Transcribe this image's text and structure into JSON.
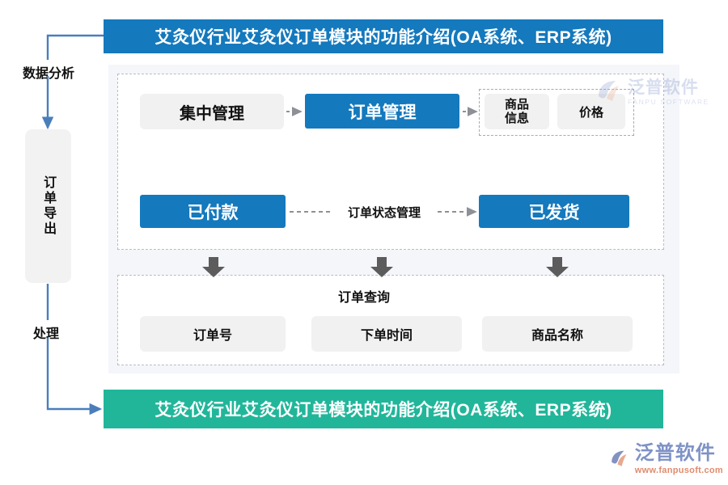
{
  "banners": {
    "top": "艾灸仪行业艾灸仪订单模块的功能介绍(OA系统、ERP系统)",
    "bottom": "艾灸仪行业艾灸仪订单模块的功能介绍(OA系统、ERP系统)",
    "top_color": "#1479bd",
    "bottom_color": "#21b69a"
  },
  "left_rail": {
    "top_label": "数据分析",
    "bottom_label": "处理",
    "export_box_label": "订单导出",
    "line_color": "#4a7ebb"
  },
  "flow": {
    "row1": {
      "centralized": "集中管理",
      "order_management": "订单管理",
      "group": {
        "goods_info": "商品\n信息",
        "price": "价格"
      }
    },
    "row2": {
      "paid": "已付款",
      "status_management": "订单状态管理",
      "shipped": "已发货"
    },
    "row3": {
      "title": "订单查询",
      "fields": [
        "订单号",
        "下单时间",
        "商品名称"
      ]
    }
  },
  "watermark": {
    "cn": "泛普软件",
    "en": "FANPU SOFTWARE"
  },
  "brand": {
    "cn": "泛普软件",
    "url": "www.fanpusoft.com"
  }
}
